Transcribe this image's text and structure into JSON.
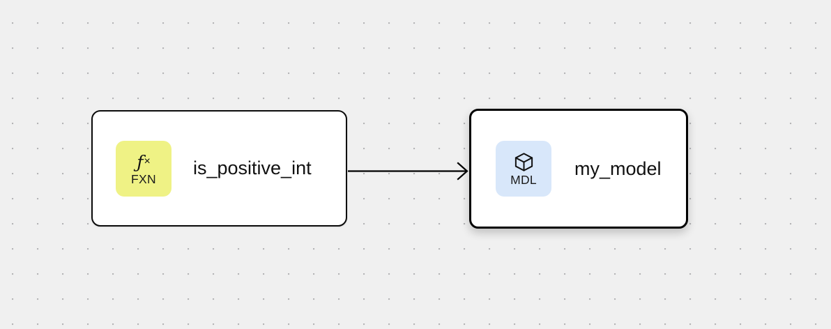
{
  "canvas": {
    "background_color": "#f0f0f0",
    "dot_color": "#b4b4b6",
    "dot_spacing": 36
  },
  "nodes": [
    {
      "id": "is_positive_int",
      "title": "is_positive_int",
      "badge": {
        "label": "FXN",
        "glyph": "fx",
        "glyph_icon_name": "function-fx-icon",
        "color": "#eff285"
      },
      "selected": false
    },
    {
      "id": "my_model",
      "title": "my_model",
      "badge": {
        "label": "MDL",
        "glyph": "",
        "glyph_icon_name": "cube-box-icon",
        "color": "#d8e7fa"
      },
      "selected": true
    }
  ],
  "edges": [
    {
      "id": "edge-1",
      "from": "is_positive_int",
      "to": "my_model",
      "color": "#000000",
      "arrow": "open-chevron"
    }
  ]
}
